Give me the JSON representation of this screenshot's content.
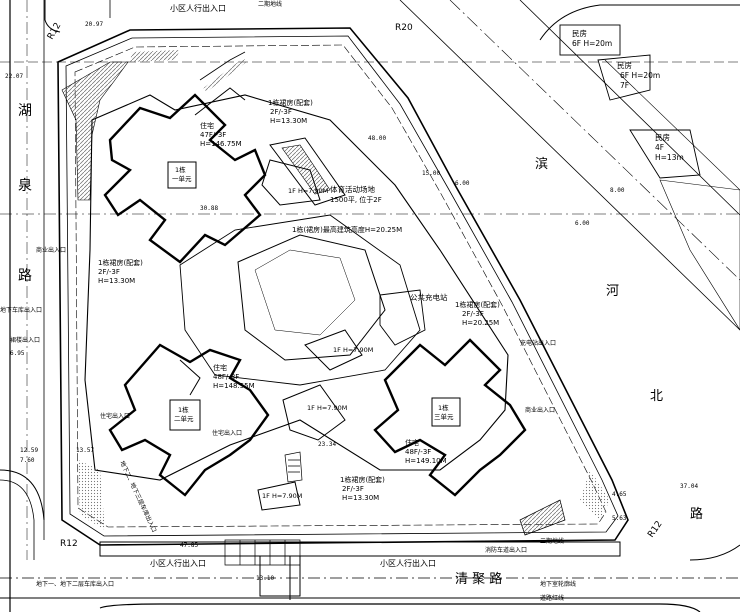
{
  "colors": {
    "line": "#000000",
    "paper": "#ffffff",
    "hatch": "#6a6a6a"
  },
  "roads": {
    "north_gate": "小区人行出入口",
    "south_gate": "小区人行出入口",
    "south_gate_2": "小区人行出入口",
    "west_road_chars": [
      "湖",
      "泉",
      "路"
    ],
    "south_road": "清 聚 路",
    "east_road_chars": [
      "滨",
      "河",
      "北",
      "路"
    ],
    "r12_nw": "R12",
    "r20_ne": "R20",
    "r12_sw": "R12",
    "r12_se": "R12"
  },
  "neighbors": [
    {
      "label": "民房",
      "info": "6F H=20m"
    },
    {
      "label": "民房",
      "info": "6F H=20m",
      "floors": "7F"
    },
    {
      "label": "民房",
      "info": "4F",
      "height": "H=13m"
    }
  ],
  "buildings": {
    "b1_tower": {
      "name": "住宅",
      "floors": "47F/-3F",
      "height": "H=146.75M",
      "unit": "1栋",
      "unit2": "一单元"
    },
    "b1_podium_top": {
      "name": "1栋裙房(配套)",
      "floors": "2F/-3F",
      "height": "H=13.30M"
    },
    "b1_podium_west": {
      "name": "1栋裙房(配套)",
      "floors": "2F/-3F",
      "height": "H=13.30M"
    },
    "b2_tower": {
      "name": "住宅",
      "floors": "48F/-3F",
      "height": "H=148.55M",
      "unit": "1栋",
      "unit2": "二单元"
    },
    "b3_tower": {
      "name": "住宅",
      "floors": "48F/-3F",
      "height": "H=149.10M",
      "unit": "1栋",
      "unit2": "三单元"
    },
    "b3_podium": {
      "name": "1栋裙房(配套)",
      "floors": "2F/-3F",
      "height": "H=20.25M"
    },
    "b3_podium_south": {
      "name": "1栋裙房(配套)",
      "floors": "2F/-3F",
      "height": "H=13.30M"
    },
    "sports": {
      "name": "体育活动场地",
      "area": "1500平, 位于2F"
    },
    "podium_note": "1栋(裙房)最高建筑高度H=20.25M",
    "ev_station": "公共充电站",
    "small_north": "1F H=7.90M",
    "small_center": "1F H=7.90M",
    "small_south": "1F H=7.90M",
    "small_east": "1F H=7.90M"
  },
  "entrances": {
    "west_1": "商业出入口",
    "west_2": "地下车库出入口",
    "west_3": "裙楼出入口",
    "res_1": "住宅出入口",
    "res_2": "住宅出入口",
    "ev_ramp": "充电站出入口",
    "east_1": "商业出入口",
    "south_fire": "消防车道出入口",
    "south_ramp": "地下二、地下三层车库出入口",
    "sw_note": "地下一、地下二层车库出入口"
  },
  "legend": {
    "l1": "二期地线",
    "l2": "二期地线",
    "l3": "地下室轮廓线",
    "l4": "道路红线"
  },
  "dimensions": {
    "d_top_left": "20.97",
    "d_left_1": "22.07",
    "d_left_2": "6.95",
    "d_left_3": "12.59",
    "d_left_4": "7.60",
    "d_left_5": "13.57",
    "d_south_1": "47.85",
    "d_south_2": "13.10",
    "d_south_3": "23.34",
    "d_east_1": "37.04",
    "d_east_2": "6.00",
    "d_east_3": "5.63",
    "d_inner_1": "15.00",
    "d_inner_2": "6.00",
    "d_inner_3": "30.88",
    "d_inner_4": "48.00",
    "d_east_4": "8.00",
    "d_east_5": "4.65"
  }
}
